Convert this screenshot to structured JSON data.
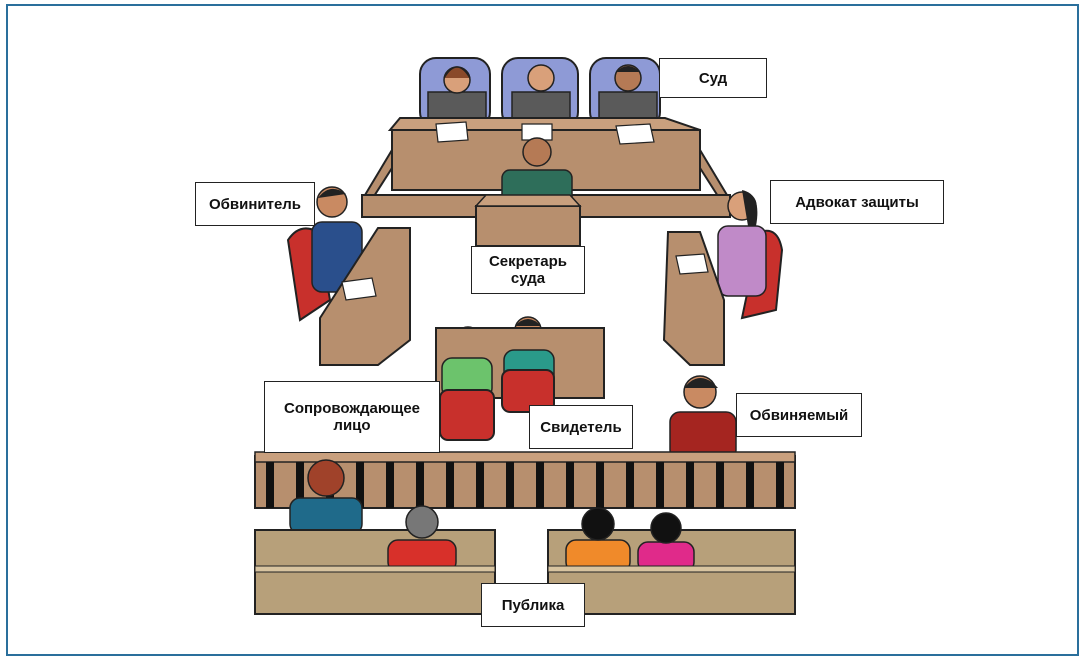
{
  "labels": {
    "court": "Суд",
    "prosecutor": "Обвинитель",
    "defense": "Адвокат защиты",
    "clerk_line1": "Секретарь",
    "clerk_line2": "суда",
    "escort_line1": "Сопровождающее",
    "escort_line2": "лицо",
    "witness": "Свидетель",
    "accused": "Обвиняемый",
    "public": "Публика"
  },
  "colors": {
    "frame": "#2a6f9c",
    "wood": "#b78f6e",
    "chair_blue": "#8e9ad6",
    "chair_red": "#c8302c",
    "jacket_grey": "#5a5a5a"
  }
}
